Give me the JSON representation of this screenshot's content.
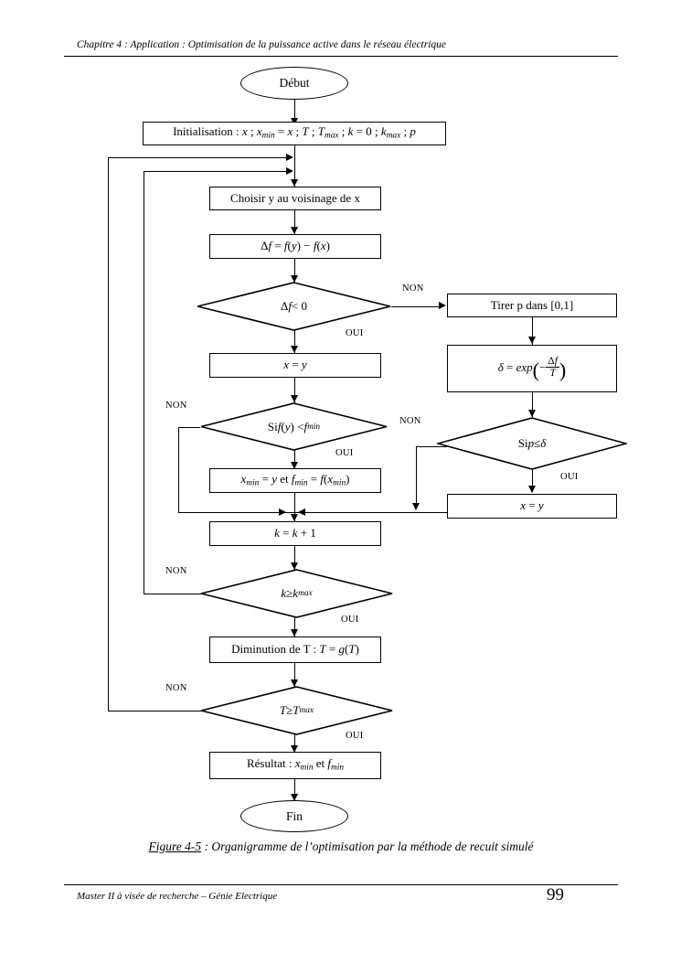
{
  "document": {
    "running_head": "Chapitre 4 : Application : Optimisation de la puissance active dans le réseau électrique",
    "running_footer": "Master II à visée de recherche – Génie Electrique",
    "page_number": "99",
    "caption_figure_number": "Figure 4-5",
    "caption_text": " : Organigramme de l’optimisation par la méthode de recuit simulé"
  },
  "flowchart": {
    "title": "Organigramme de l’optimisation par la méthode de recuit simulé",
    "nodes": {
      "start": {
        "label": "Début",
        "type": "terminator"
      },
      "init": {
        "label": "Initialisation : x ; xmin = x ; T ; Tmax ; k = 0 ; kmax ; p",
        "type": "process"
      },
      "choose_y": {
        "label": "Choisir y au voisinage de x",
        "type": "process"
      },
      "delta_f": {
        "label": "Δf = f(y) − f(x)",
        "type": "process"
      },
      "test_delta": {
        "label": "Δf < 0",
        "type": "decision"
      },
      "assign_x_left": {
        "label": "x = y",
        "type": "process"
      },
      "test_fmin": {
        "label": "Si f(y) < fmin",
        "type": "decision"
      },
      "update_min": {
        "label": "xmin = y et fmin = f(xmin)",
        "type": "process"
      },
      "draw_p": {
        "label": "Tirer p dans [0,1]",
        "type": "process"
      },
      "delta_exp": {
        "label": "δ = exp(− Δf / T)",
        "type": "process"
      },
      "test_p": {
        "label": "Si p ≤ δ",
        "type": "decision"
      },
      "assign_x_right": {
        "label": "x = y",
        "type": "process"
      },
      "k_increment": {
        "label": "k = k + 1",
        "type": "process"
      },
      "test_k": {
        "label": "k ≥ kmax",
        "type": "decision"
      },
      "decrease_T": {
        "label": "Diminution de T : T = g(T)",
        "type": "process"
      },
      "test_T": {
        "label": "T ≥ Tmax",
        "type": "decision"
      },
      "result": {
        "label": "Résultat : xmin et fmin",
        "type": "process"
      },
      "end": {
        "label": "Fin",
        "type": "terminator"
      }
    },
    "edge_labels": {
      "non": "NON",
      "oui": "OUI"
    },
    "branches": [
      {
        "from": "test_delta",
        "label": "NON",
        "to": "draw_p"
      },
      {
        "from": "test_delta",
        "label": "OUI",
        "to": "assign_x_left"
      },
      {
        "from": "test_fmin",
        "label": "OUI",
        "to": "update_min"
      },
      {
        "from": "test_fmin",
        "label": "NON",
        "to": "k_increment"
      },
      {
        "from": "test_p",
        "label": "OUI",
        "to": "assign_x_right"
      },
      {
        "from": "test_p",
        "label": "NON",
        "to": "k_increment"
      },
      {
        "from": "test_k",
        "label": "NON",
        "to": "choose_y"
      },
      {
        "from": "test_k",
        "label": "OUI",
        "to": "decrease_T"
      },
      {
        "from": "test_T",
        "label": "NON",
        "to": "choose_y"
      },
      {
        "from": "test_T",
        "label": "OUI",
        "to": "result"
      }
    ]
  },
  "colors": {
    "ink": "#000000",
    "paper": "#ffffff"
  }
}
